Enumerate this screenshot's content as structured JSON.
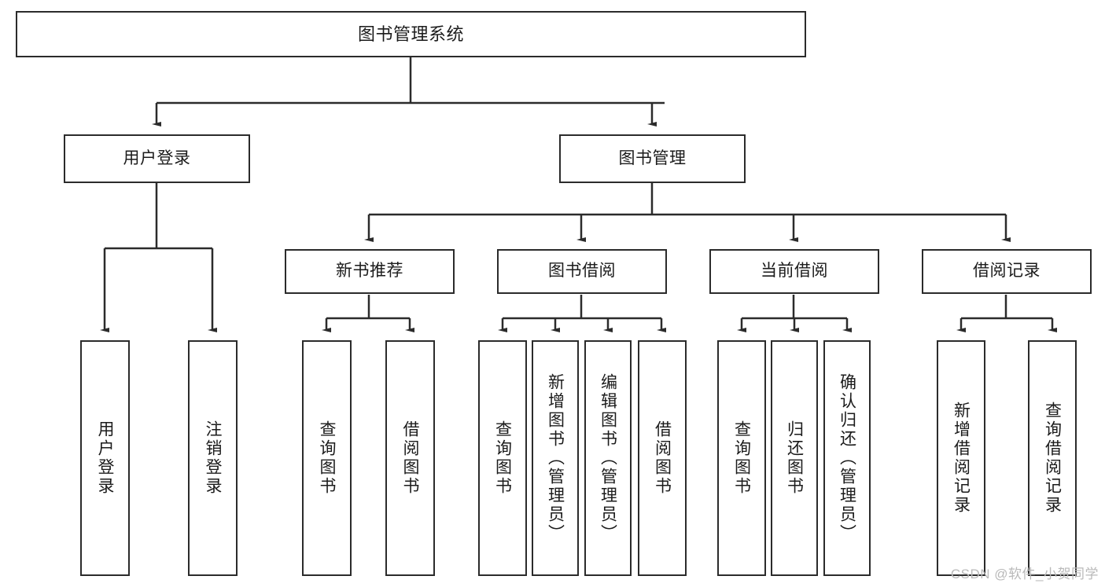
{
  "diagram": {
    "title": "图书管理系统",
    "type": "tree",
    "watermark": "CSDN @软件_小贺同学",
    "colors": {
      "box_border": "#2b2b2b",
      "box_fill": "#ffffff",
      "edge": "#2b2b2b",
      "text": "#1b1b1b",
      "watermark": "#b9b9b9",
      "background": "#ffffff"
    },
    "nodes": {
      "root": {
        "label": "图书管理系统"
      },
      "level1": [
        {
          "id": "user-login",
          "label": "用户登录"
        },
        {
          "id": "book-manage",
          "label": "图书管理"
        }
      ],
      "level2": [
        {
          "id": "new-book-recommend",
          "label": "新书推荐"
        },
        {
          "id": "book-borrow",
          "label": "图书借阅"
        },
        {
          "id": "current-borrow",
          "label": "当前借阅"
        },
        {
          "id": "borrow-record",
          "label": "借阅记录"
        }
      ],
      "leaves": {
        "user-login": [
          {
            "id": "leaf-user-login",
            "label": "用户登录"
          },
          {
            "id": "leaf-logout",
            "label": "注销登录"
          }
        ],
        "new-book-recommend": [
          {
            "id": "leaf-query-book-1",
            "label": "查询图书"
          },
          {
            "id": "leaf-borrow-book-1",
            "label": "借阅图书"
          }
        ],
        "book-borrow": [
          {
            "id": "leaf-query-book-2",
            "label": "查询图书"
          },
          {
            "id": "leaf-add-book",
            "label": "新增图书（管理员）"
          },
          {
            "id": "leaf-edit-book",
            "label": "编辑图书（管理员）"
          },
          {
            "id": "leaf-borrow-book-2",
            "label": "借阅图书"
          }
        ],
        "current-borrow": [
          {
            "id": "leaf-query-book-3",
            "label": "查询图书"
          },
          {
            "id": "leaf-return-book",
            "label": "归还图书"
          },
          {
            "id": "leaf-confirm-return",
            "label": "确认归还（管理员）"
          }
        ],
        "borrow-record": [
          {
            "id": "leaf-add-record",
            "label": "新增借阅记录"
          },
          {
            "id": "leaf-query-record",
            "label": "查询借阅记录"
          }
        ]
      }
    }
  }
}
